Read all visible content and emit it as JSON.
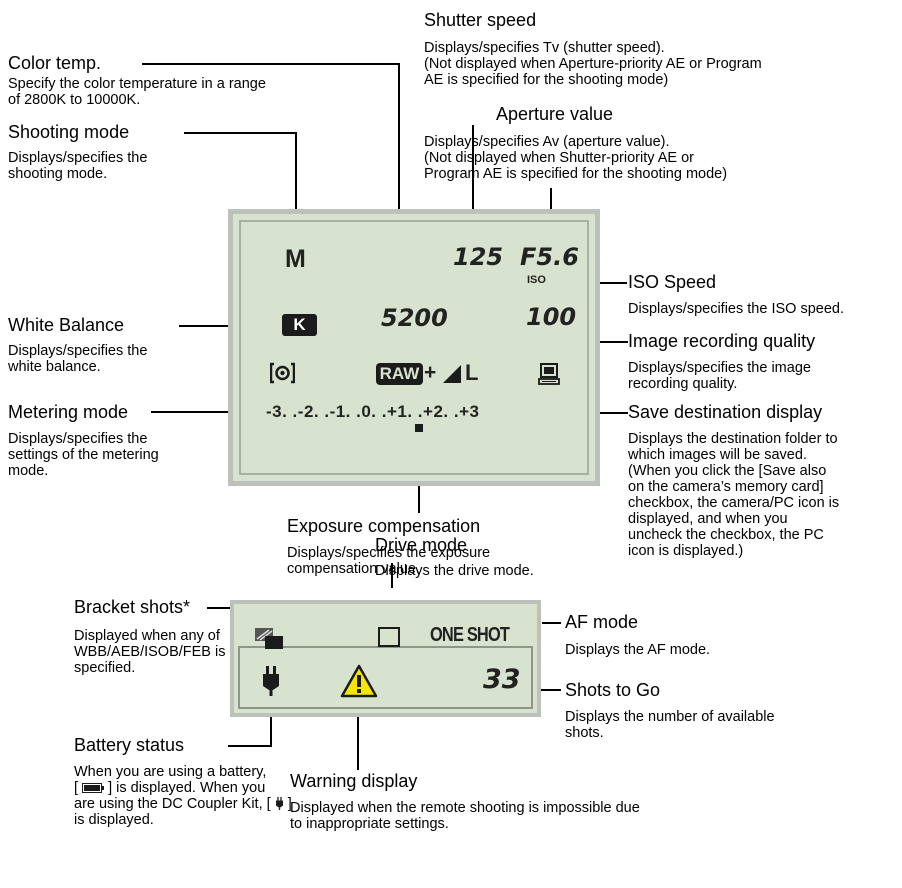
{
  "labels": {
    "color_temp": {
      "title": "Color temp.",
      "desc": "Specify the color temperature in a range\nof 2800K to 10000K."
    },
    "shutter_speed": {
      "title": "Shutter speed",
      "desc": "Displays/specifies Tv (shutter speed).\n(Not displayed when Aperture-priority AE or Program\nAE is specified for the shooting mode)"
    },
    "aperture_value": {
      "title": "Aperture value",
      "desc": "Displays/specifies Av (aperture value).\n(Not displayed when Shutter-priority AE or\nProgram AE is specified for the shooting mode)"
    },
    "shooting_mode": {
      "title": "Shooting mode",
      "desc": "Displays/specifies the\nshooting mode."
    },
    "iso_speed": {
      "title": "ISO Speed",
      "desc": "Displays/specifies the ISO speed."
    },
    "white_balance": {
      "title": "White Balance",
      "desc": "Displays/specifies the\nwhite balance."
    },
    "image_quality": {
      "title": "Image recording quality",
      "desc": "Displays/specifies the image\nrecording quality."
    },
    "metering_mode": {
      "title": "Metering mode",
      "desc": "Displays/specifies the\nsettings of the metering\nmode."
    },
    "save_destination": {
      "title": "Save destination display",
      "desc": "Displays the destination folder to\nwhich images will be saved.\n(When you click the [Save also\non the camera’s memory card]\ncheckbox, the camera/PC icon is\ndisplayed, and when you\nuncheck the checkbox, the PC\nicon is displayed.)"
    },
    "exposure_comp": {
      "title": "Exposure compensation",
      "desc": "Displays/specifies the exposure\ncompensation value."
    },
    "drive_mode": {
      "title": "Drive mode",
      "desc": "Displays the drive mode."
    },
    "bracket_shots": {
      "title": "Bracket shots*",
      "desc": "Displayed when any of\nWBB/AEB/ISOB/FEB is\nspecified."
    },
    "af_mode": {
      "title": "AF mode",
      "desc": "Displays the AF mode."
    },
    "shots_to_go": {
      "title": "Shots to Go",
      "desc": "Displays the number of available\nshots."
    },
    "battery_status": {
      "title": "Battery status",
      "desc_1": "When you are using a battery,",
      "desc_2a": "[ ",
      "desc_2b": " ] is displayed. When you",
      "desc_3a": "are using the DC Coupler Kit, [ ",
      "desc_3b": " ]",
      "desc_4": "is displayed."
    },
    "warning_display": {
      "title": "Warning display",
      "desc": "Displayed when the remote shooting is impossible due\nto inappropriate settings."
    }
  },
  "lcd_main": {
    "shooting_mode": "M",
    "shutter_speed": "125",
    "aperture": "F5.6",
    "iso_label": "ISO",
    "iso_value": "100",
    "wb_icon": "K",
    "color_temp": "5200",
    "quality_raw": "RAW",
    "quality_plus": "+",
    "quality_size": "L",
    "exposure_scale": "-3. .-2. .-1. .0. .+1. .+2. .+3"
  },
  "lcd_sub": {
    "af_mode": "ONE SHOT",
    "shots": "33"
  },
  "icons": [
    "wb-k-icon",
    "metering-icon",
    "pc-icon",
    "bracket-icon",
    "drive-single-icon",
    "battery-plug-icon",
    "warning-icon",
    "battery-icon"
  ],
  "colors": {
    "lcd_bg": "#d7e3cf",
    "lcd_border": "#bcc2ba",
    "warning_yellow": "#f5e600"
  }
}
